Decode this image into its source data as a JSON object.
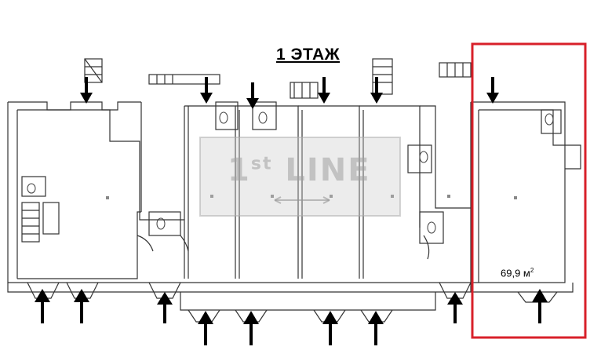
{
  "plan": {
    "floor_label": "1 ЭТАЖ",
    "area_value": "69,9 м",
    "area_unit_sup": "2",
    "highlight_color": "#d8202a",
    "watermark": {
      "prefix": "1",
      "sup": "st",
      "word": "LINE"
    },
    "arrow_icon": "arrow-icon",
    "toilet_icon": "toilet-icon"
  }
}
